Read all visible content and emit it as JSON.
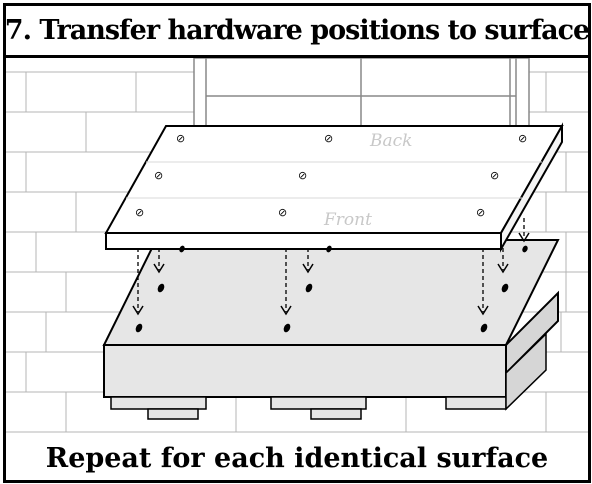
{
  "title": "7. Transfer hardware positions to surface",
  "caption": "Repeat for each identical surface",
  "labels": {
    "back": "Back",
    "front": "Front"
  },
  "colors": {
    "border": "#000000",
    "wall_line": "#b4b4b4",
    "block_fill": "#e6e6e6",
    "label_gray": "#c8c8c8"
  }
}
